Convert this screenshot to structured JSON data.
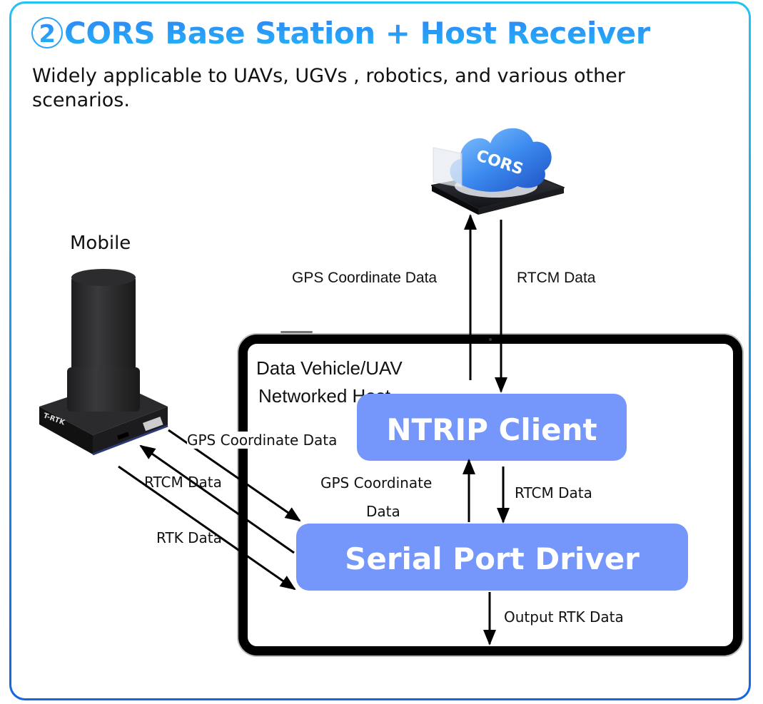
{
  "header": {
    "number": "2",
    "title": "CORS Base Station + Host Receiver",
    "subtitle": "Widely applicable to UAVs, UGVs , robotics, and various other scenarios."
  },
  "cors": {
    "label": "CORS",
    "uplink_label": "GPS Coordinate Data",
    "downlink_label": "RTCM Data"
  },
  "mobile": {
    "label": "Mobile",
    "device_brand": "T-RTK"
  },
  "host": {
    "title_line1": "Data Vehicle/UAV",
    "title_line2": "Networked Host",
    "ntrip_client": "NTRIP Client",
    "serial_port_driver": "Serial Port Driver",
    "internal_up_label_line1": "GPS Coordinate",
    "internal_up_label_line2": "Data",
    "internal_down_label": "RTCM Data",
    "output_label": "Output RTK Data"
  },
  "mobile_links": {
    "gps_label": "GPS Coordinate Data",
    "rtcm_label": "RTCM Data",
    "rtk_label": "RTK Data"
  },
  "colors": {
    "box_fill": "#7596fa",
    "title_gradient_top": "#2f84f5",
    "title_gradient_bottom": "#23b6f7",
    "frame_top": "#22c3f3",
    "frame_bottom": "#1565e0"
  }
}
